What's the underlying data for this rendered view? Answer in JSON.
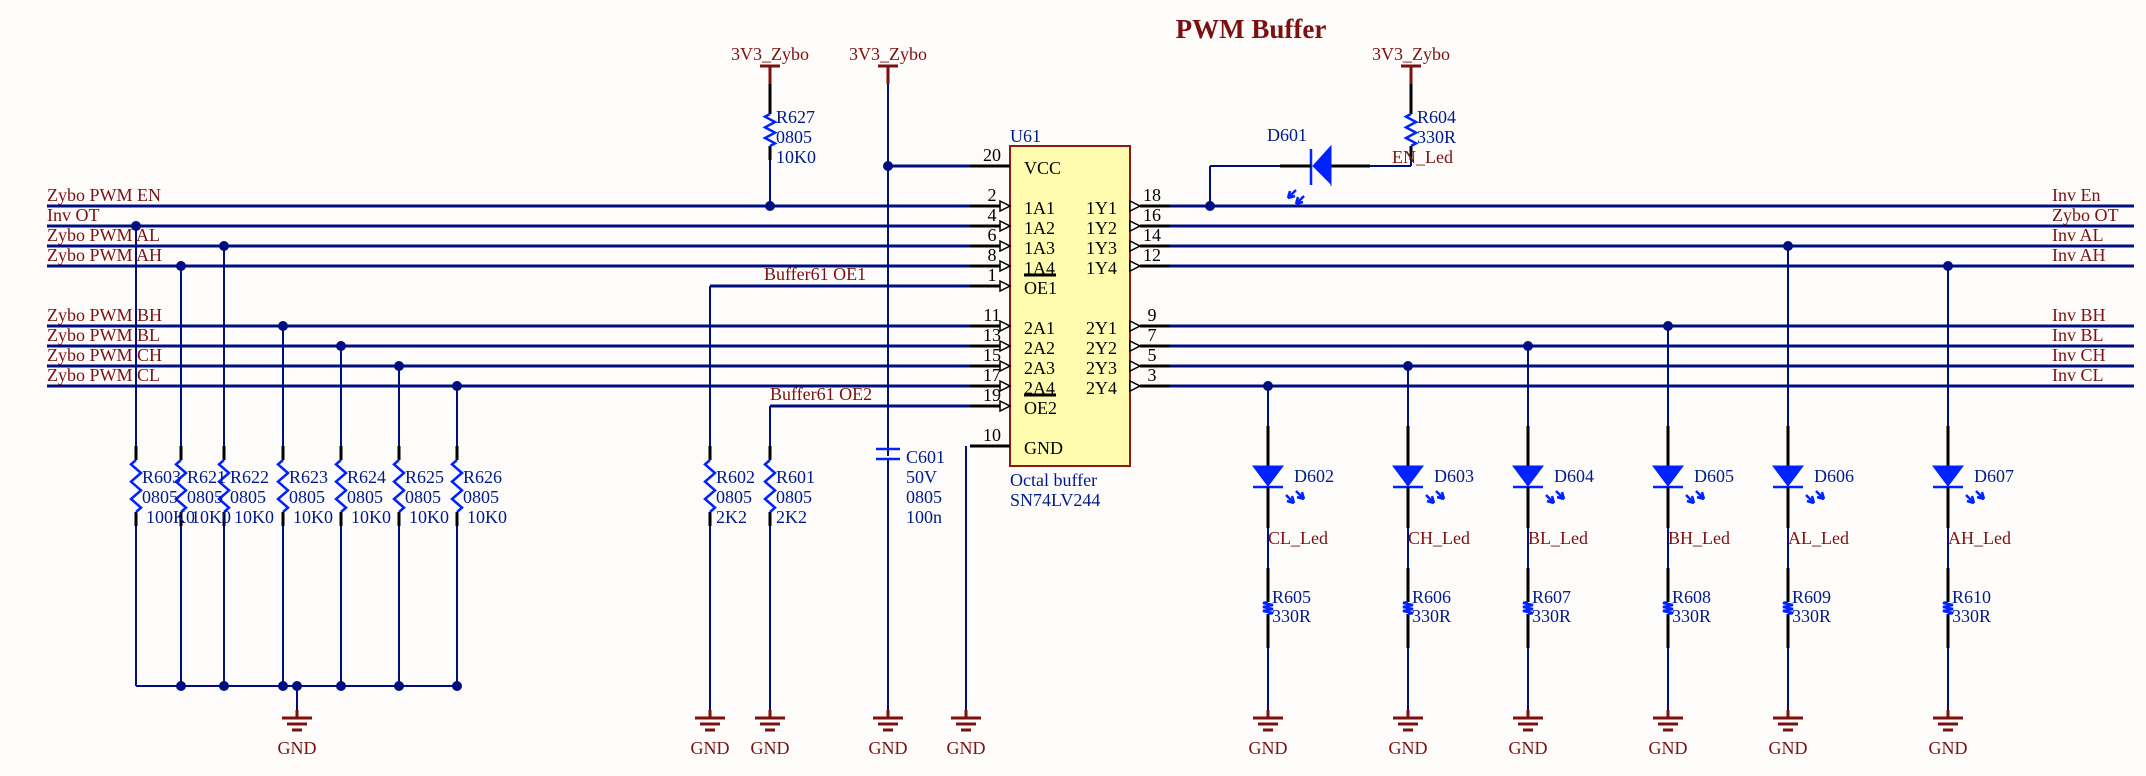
{
  "title": "PWM Buffer",
  "power_net": "3V3_Zybo",
  "ground_net": "GND",
  "ic": {
    "designator": "U61",
    "description": "Octal buffer",
    "part": "SN74LV244",
    "vcc_label": "VCC",
    "vcc_pin": "20",
    "gnd_label": "GND",
    "gnd_pin": "10",
    "left_pins": [
      {
        "num": "2",
        "label": "1A1"
      },
      {
        "num": "4",
        "label": "1A2"
      },
      {
        "num": "6",
        "label": "1A3"
      },
      {
        "num": "8",
        "label": "1A4"
      },
      {
        "num": "1",
        "label": "OE1",
        "overline": true
      },
      {
        "num": "11",
        "label": "2A1"
      },
      {
        "num": "13",
        "label": "2A2"
      },
      {
        "num": "15",
        "label": "2A3"
      },
      {
        "num": "17",
        "label": "2A4"
      },
      {
        "num": "19",
        "label": "OE2",
        "overline": true
      }
    ],
    "right_pins": [
      {
        "num": "18",
        "label": "1Y1"
      },
      {
        "num": "16",
        "label": "1Y2"
      },
      {
        "num": "14",
        "label": "1Y3"
      },
      {
        "num": "12",
        "label": "1Y4"
      },
      {
        "num": "9",
        "label": "2Y1"
      },
      {
        "num": "7",
        "label": "2Y2"
      },
      {
        "num": "5",
        "label": "2Y3"
      },
      {
        "num": "3",
        "label": "2Y4"
      }
    ]
  },
  "input_nets": [
    "Zybo PWM EN",
    "Inv OT",
    "Zybo PWM AL",
    "Zybo PWM AH",
    "Zybo PWM BH",
    "Zybo PWM BL",
    "Zybo PWM CH",
    "Zybo PWM CL"
  ],
  "output_nets": [
    "Inv En",
    "Zybo OT",
    "Inv AL",
    "Inv AH",
    "Inv BH",
    "Inv BL",
    "Inv CH",
    "Inv CL"
  ],
  "oe_nets": [
    "Buffer61 OE1",
    "Buffer61 OE2"
  ],
  "pulldown_resistors": [
    {
      "designator": "R603",
      "package": "0805",
      "value": "100K0",
      "net": "Inv OT"
    },
    {
      "designator": "R621",
      "package": "0805",
      "value": "10K0",
      "net": "Zybo PWM AH"
    },
    {
      "designator": "R622",
      "package": "0805",
      "value": "10K0",
      "net": "Zybo PWM AL"
    },
    {
      "designator": "R623",
      "package": "0805",
      "value": "10K0",
      "net": "Zybo PWM BH"
    },
    {
      "designator": "R624",
      "package": "0805",
      "value": "10K0",
      "net": "Zybo PWM BL"
    },
    {
      "designator": "R625",
      "package": "0805",
      "value": "10K0",
      "net": "Zybo PWM CH"
    },
    {
      "designator": "R626",
      "package": "0805",
      "value": "10K0",
      "net": "Zybo PWM CL"
    }
  ],
  "oe_resistors": [
    {
      "designator": "R602",
      "package": "0805",
      "value": "2K2",
      "net": "Buffer61 OE1"
    },
    {
      "designator": "R601",
      "package": "0805",
      "value": "2K2",
      "net": "Buffer61 OE2"
    }
  ],
  "pullup_resistor": {
    "designator": "R627",
    "package": "0805",
    "value": "10K0",
    "net": "Zybo PWM EN"
  },
  "capacitor": {
    "designator": "C601",
    "voltage": "50V",
    "package": "0805",
    "value": "100n"
  },
  "en_led": {
    "diode": "D601",
    "resistor": "R604",
    "value": "330R",
    "net": "EN_Led"
  },
  "leds": [
    {
      "diode": "D602",
      "net": "CL_Led",
      "resistor": "R605",
      "value": "330R",
      "source": "Inv CL"
    },
    {
      "diode": "D603",
      "net": "CH_Led",
      "resistor": "R606",
      "value": "330R",
      "source": "Inv CH"
    },
    {
      "diode": "D604",
      "net": "BL_Led",
      "resistor": "R607",
      "value": "330R",
      "source": "Inv BL"
    },
    {
      "diode": "D605",
      "net": "BH_Led",
      "resistor": "R608",
      "value": "330R",
      "source": "Inv BH"
    },
    {
      "diode": "D606",
      "net": "AL_Led",
      "resistor": "R609",
      "value": "330R",
      "source": "Inv AL"
    },
    {
      "diode": "D607",
      "net": "AH_Led",
      "resistor": "R610",
      "value": "330R",
      "source": "Inv AH"
    }
  ]
}
